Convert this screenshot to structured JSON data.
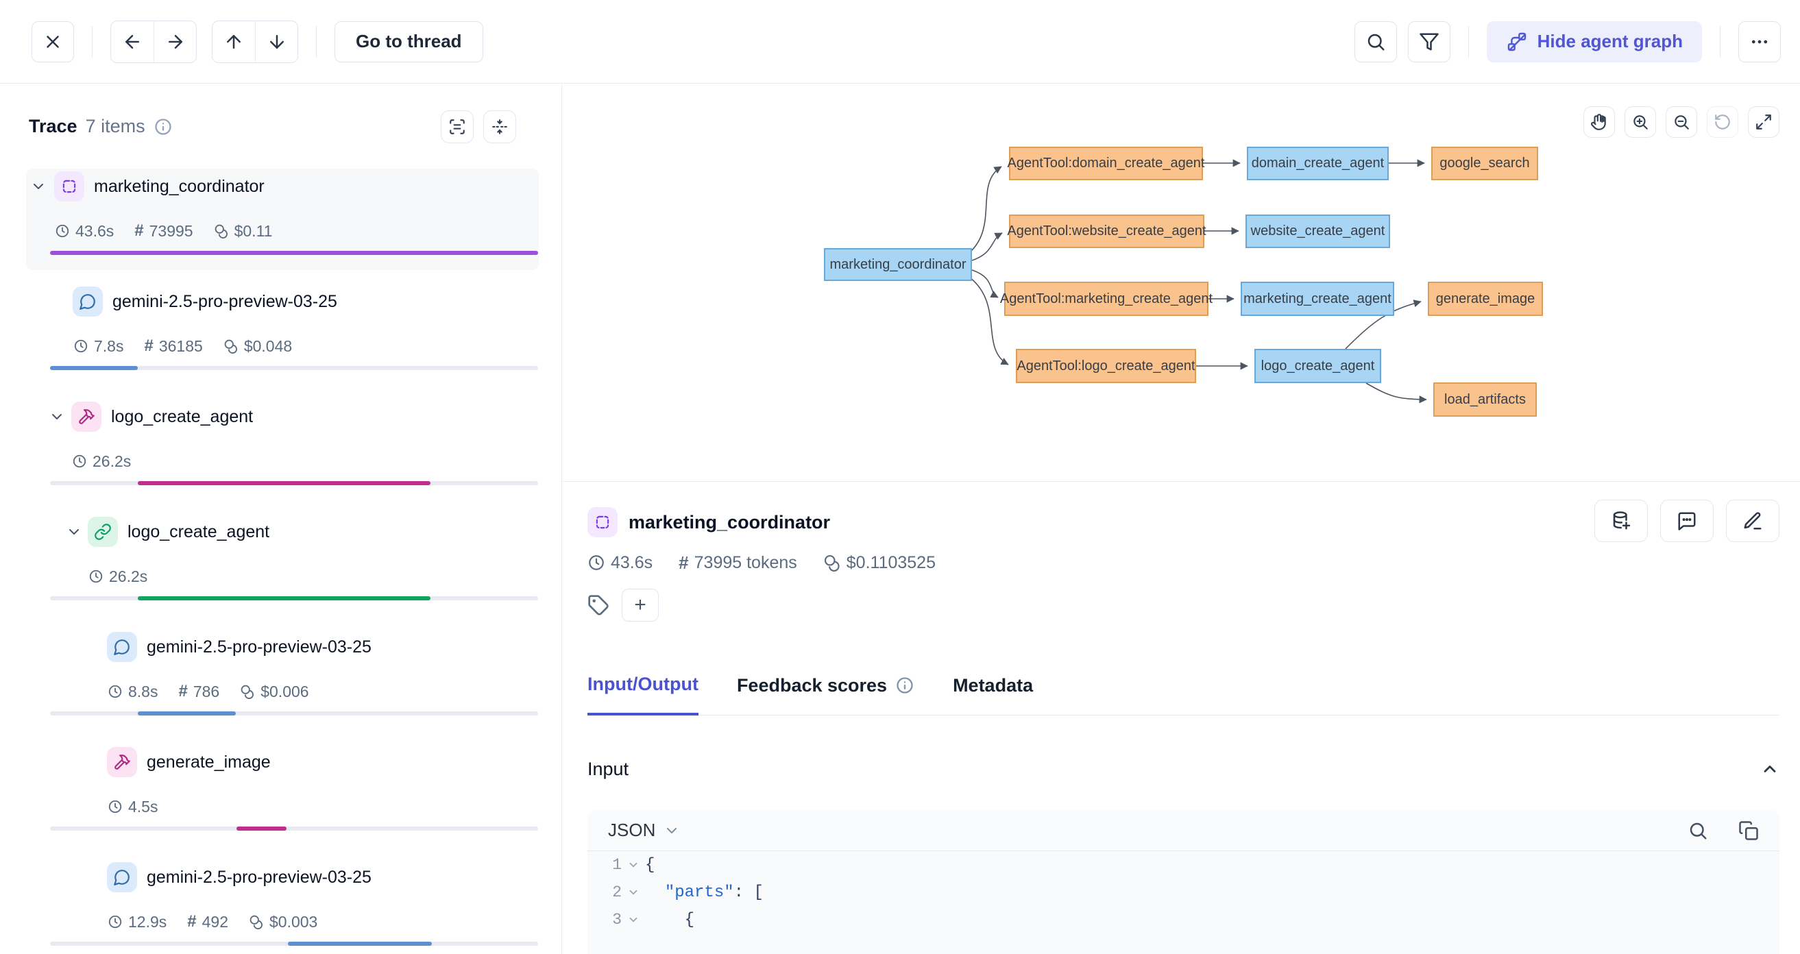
{
  "toolbar": {
    "go_to_thread": "Go to thread",
    "hide_agent_graph": "Hide agent graph"
  },
  "sidebar": {
    "title": "Trace",
    "count": "7 items",
    "hash": "#",
    "spans": [
      {
        "name": "marketing_coordinator",
        "duration": "43.6s",
        "tokens": "73995",
        "cost": "$0.11",
        "bar_style": "left:0%;width:100%;background:#9b51d9"
      },
      {
        "name": "gemini-2.5-pro-preview-03-25",
        "duration": "7.8s",
        "tokens": "36185",
        "cost": "$0.048",
        "bar_style": "left:0%;width:18%;background:#5d8fd3"
      },
      {
        "name": "logo_create_agent",
        "duration": "26.2s",
        "bar_style": "left:18%;width:60%;background:#bf2e8e"
      },
      {
        "name": "logo_create_agent",
        "duration": "26.2s",
        "bar_style": "left:18%;width:60%;background:#10a45e"
      },
      {
        "name": "gemini-2.5-pro-preview-03-25",
        "duration": "8.8s",
        "tokens": "786",
        "cost": "$0.006",
        "bar_style": "left:18%;width:20%;background:#5d8fd3"
      },
      {
        "name": "generate_image",
        "duration": "4.5s",
        "bar_style": "left:38.2%;width:10.3%;background:#bf2e8e"
      },
      {
        "name": "gemini-2.5-pro-preview-03-25",
        "duration": "12.9s",
        "tokens": "492",
        "cost": "$0.003",
        "bar_style": "left:48.7%;width:29.5%;background:#5d8fd3"
      }
    ]
  },
  "graph": {
    "nodes": [
      {
        "label": "marketing_coordinator",
        "type": "agent"
      },
      {
        "label": "AgentTool:domain_create_agent",
        "type": "tool"
      },
      {
        "label": "domain_create_agent",
        "type": "agent"
      },
      {
        "label": "google_search",
        "type": "tool"
      },
      {
        "label": "AgentTool:website_create_agent",
        "type": "tool"
      },
      {
        "label": "website_create_agent",
        "type": "agent"
      },
      {
        "label": "AgentTool:marketing_create_agent",
        "type": "tool"
      },
      {
        "label": "marketing_create_agent",
        "type": "agent"
      },
      {
        "label": "generate_image",
        "type": "tool"
      },
      {
        "label": "AgentTool:logo_create_agent",
        "type": "tool"
      },
      {
        "label": "logo_create_agent",
        "type": "agent"
      },
      {
        "label": "load_artifacts",
        "type": "tool"
      }
    ]
  },
  "details": {
    "title": "marketing_coordinator",
    "duration": "43.6s",
    "tokens": "73995 tokens",
    "cost": "$0.1103525",
    "hash": "#",
    "add_tag": "+",
    "tabs": {
      "io": "Input/Output",
      "feedback": "Feedback scores",
      "metadata": "Metadata"
    },
    "input": {
      "label": "Input",
      "format": "JSON",
      "lines": [
        {
          "n": "1",
          "pre": "",
          "key": "",
          "rest": "{"
        },
        {
          "n": "2",
          "pre": "  ",
          "key": "\"parts\"",
          "rest": ": ["
        },
        {
          "n": "3",
          "pre": "    ",
          "key": "",
          "rest": "{"
        }
      ]
    }
  }
}
